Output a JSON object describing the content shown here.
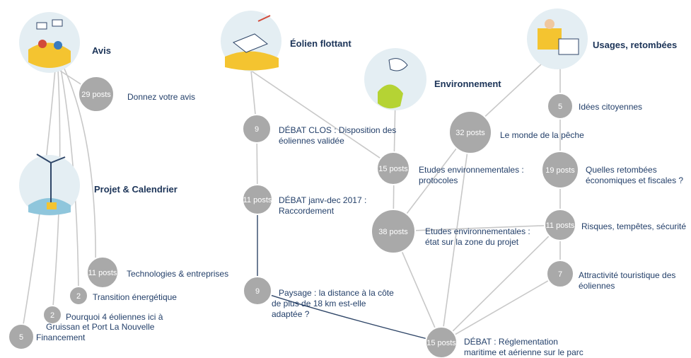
{
  "topics": {
    "avis": "Avis",
    "eolien": "Éolien flottant",
    "environnement": "Environnement",
    "usages": "Usages, retombées",
    "projet": "Projet & Calendrier"
  },
  "nodes": {
    "donnez_avis": {
      "count": "29 posts",
      "label": [
        "Donnez votre avis"
      ]
    },
    "debat_clos": {
      "count": "9",
      "label": [
        "DÉBAT CLOS : Disposition des",
        "éoliennes validée"
      ]
    },
    "debat_2017": {
      "count": "11 posts",
      "label": [
        "DÉBAT janv-dec 2017 :",
        "Raccordement"
      ]
    },
    "paysage": {
      "count": "9",
      "label": [
        "Paysage : la distance à la côte",
        "de plus de 18 km est-elle",
        "adaptée ?"
      ]
    },
    "etudes_protocoles": {
      "count": "15 posts",
      "label": [
        "Etudes environnementales :",
        "protocoles"
      ]
    },
    "etudes_etat": {
      "count": "38 posts",
      "label": [
        "Etudes environnementales :",
        "état sur la zone du projet"
      ]
    },
    "peche": {
      "count": "32 posts",
      "label": [
        "Le monde de la pêche"
      ]
    },
    "idees": {
      "count": "5",
      "label": [
        "Idées citoyennes"
      ]
    },
    "retombees": {
      "count": "19 posts",
      "label": [
        "Quelles retombées",
        "économiques et fiscales ?"
      ]
    },
    "risques": {
      "count": "11 posts",
      "label": [
        "Risques, tempêtes, sécurité"
      ]
    },
    "attractivite": {
      "count": "7",
      "label": [
        "Attractivité touristique des",
        "éoliennes"
      ]
    },
    "reglementation": {
      "count": "15 posts",
      "label": [
        "DÉBAT : Réglementation",
        "maritime et aérienne sur le parc"
      ]
    },
    "technologies": {
      "count": "11 posts",
      "label": [
        "Technologies & entreprises"
      ]
    },
    "transition": {
      "count": "2",
      "label": [
        "Transition énergétique"
      ]
    },
    "pourquoi": {
      "count": "2",
      "label": [
        "Pourquoi 4 éoliennes ici à",
        "Gruissan et Port La Nouvelle"
      ]
    },
    "financement": {
      "count": "5",
      "label": [
        "Financement"
      ]
    }
  },
  "colors": {
    "bubble": "#a9a9a9",
    "edge": "#c8c8c8",
    "text": "#24406a",
    "title": "#1c3458"
  }
}
